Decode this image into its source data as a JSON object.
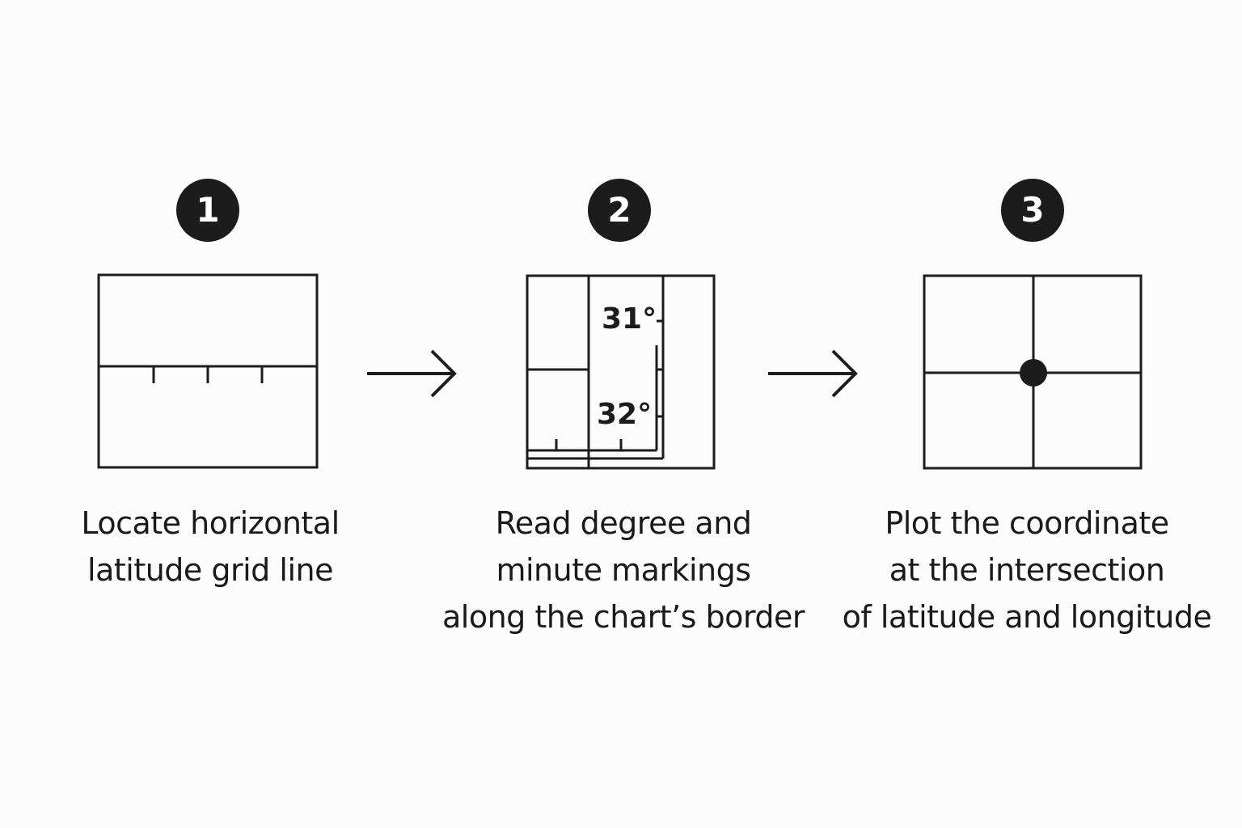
{
  "steps": [
    {
      "number": "1",
      "caption_lines": [
        "Locate horizontal",
        "latitude grid line"
      ]
    },
    {
      "number": "2",
      "caption_lines": [
        "Read degree and",
        "minute markings",
        "along the chart’s border"
      ],
      "markings": [
        "31°",
        "32°"
      ]
    },
    {
      "number": "3",
      "caption_lines": [
        "Plot the coordinate",
        "at the intersection",
        "of latitude and longitude"
      ]
    }
  ],
  "colors": {
    "ink": "#1c1c1c",
    "background": "#fcfcfc"
  },
  "icons": [
    "right-arrow-icon",
    "right-arrow-icon"
  ]
}
